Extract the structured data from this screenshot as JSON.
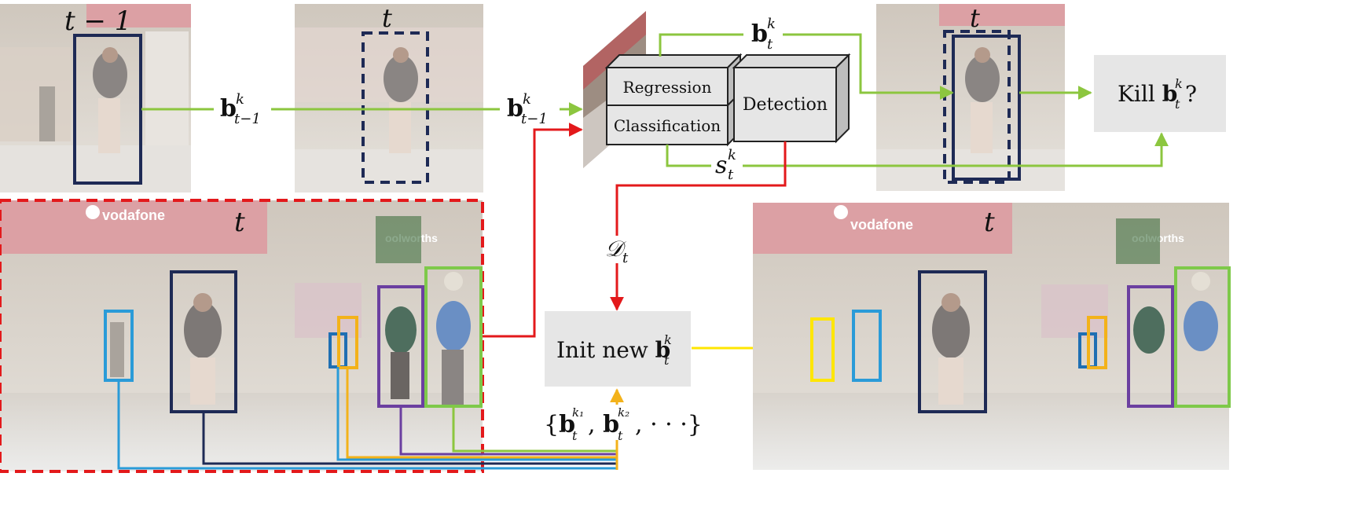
{
  "frames": {
    "prev_label": "t − 1",
    "cur_label": "t",
    "crop_label": "t",
    "scene_label": "t",
    "output_label": "t",
    "store_logo": "vodafone",
    "store_sign": "oolworths"
  },
  "arrows": {
    "prev_box_label": "b",
    "prev_box_sup": "k",
    "prev_box_sub": "t−1",
    "proposal_label": "b",
    "proposal_sup": "k",
    "proposal_sub": "t−1",
    "regressed_label": "b",
    "regressed_sup": "k",
    "regressed_sub": "t",
    "score_label": "s",
    "score_sup": "k",
    "score_sub": "t",
    "detections_label": "𝒟",
    "detections_sub": "t",
    "set_label": "{b",
    "set_sup1": "k₁",
    "set_sub1": "t",
    "set_mid": ", b",
    "set_sup2": "k₂",
    "set_sub2": "t",
    "set_end": ", · · ·}"
  },
  "network": {
    "regression": "Regression",
    "classification": "Classification",
    "detection": "Detection"
  },
  "decisions": {
    "kill_prefix": "Kill ",
    "kill_b": "b",
    "kill_sup": "k",
    "kill_sub": "t",
    "kill_suffix": "?",
    "init_prefix": "Init new ",
    "init_b": "b",
    "init_sup": "k",
    "init_sub": "t"
  },
  "colors": {
    "navy": "#1e2a55",
    "green": "#8cc63f",
    "red": "#e3191b",
    "yellow": "#ffe600",
    "gold": "#f3b21a",
    "blue": "#2a9bd8",
    "purple": "#6b3fa0",
    "lime": "#7ec94a",
    "gray_box": "#e6e6e6"
  }
}
